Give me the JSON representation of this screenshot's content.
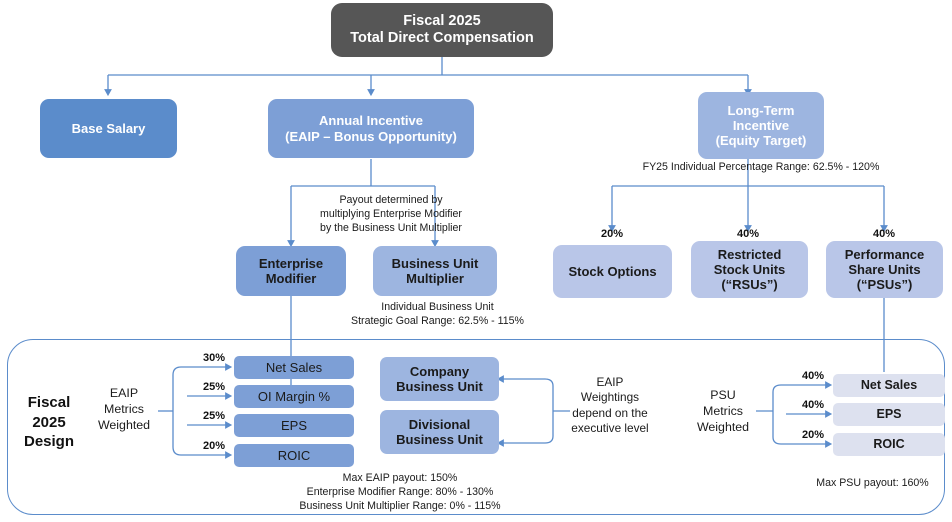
{
  "diagram": {
    "title_box": {
      "line1": "Fiscal 2025",
      "line2": "Total Direct Compensation"
    },
    "tier2": {
      "base_salary": "Base Salary",
      "annual_incentive_l1": "Annual Incentive",
      "annual_incentive_l2": "(EAIP – Bonus Opportunity)",
      "lti_l1": "Long-Term",
      "lti_l2": "Incentive",
      "lti_l3": "(Equity Target)"
    },
    "lti_range_note": "FY25 Individual Percentage Range: 62.5% - 120%",
    "payout_note": {
      "l1": "Payout determined by",
      "l2": "multiplying Enterprise Modifier",
      "l3": "by the Business Unit Multiplier"
    },
    "eaip_components": {
      "enterprise_modifier_l1": "Enterprise",
      "enterprise_modifier_l2": "Modifier",
      "business_unit_multiplier_l1": "Business Unit",
      "business_unit_multiplier_l2": "Multiplier"
    },
    "bu_range_note": {
      "l1": "Individual Business Unit",
      "l2": "Strategic Goal Range: 62.5% - 115%"
    },
    "equity_mix": [
      {
        "weight": "20%",
        "label_l1": "Stock Options",
        "label_l2": "",
        "label_l3": ""
      },
      {
        "weight": "40%",
        "label_l1": "Restricted",
        "label_l2": "Stock Units",
        "label_l3": "(“RSUs”)"
      },
      {
        "weight": "40%",
        "label_l1": "Performance",
        "label_l2": "Share Units",
        "label_l3": "(“PSUs”)"
      }
    ],
    "panel": {
      "title_l1": "Fiscal",
      "title_l2": "2025",
      "title_l3": "Design",
      "eaip_metrics_label": {
        "l1": "EAIP",
        "l2": "Metrics",
        "l3": "Weighted"
      },
      "eaip_metrics": [
        {
          "weight": "30%",
          "name": "Net Sales"
        },
        {
          "weight": "25%",
          "name": "OI Margin %"
        },
        {
          "weight": "25%",
          "name": "EPS"
        },
        {
          "weight": "20%",
          "name": "ROIC"
        }
      ],
      "business_units": [
        {
          "l1": "Company",
          "l2": "Business Unit"
        },
        {
          "l1": "Divisional",
          "l2": "Business Unit"
        }
      ],
      "weightings_note": {
        "l1": "EAIP",
        "l2": "Weightings",
        "l3": "depend on the",
        "l4": "executive level"
      },
      "psu_metrics_label": {
        "l1": "PSU",
        "l2": "Metrics",
        "l3": "Weighted"
      },
      "psu_metrics": [
        {
          "weight": "40%",
          "name": "Net Sales"
        },
        {
          "weight": "40%",
          "name": "EPS"
        },
        {
          "weight": "20%",
          "name": "ROIC"
        }
      ],
      "eaip_footnote": {
        "l1": "Max EAIP payout: 150%",
        "l2": "Enterprise Modifier Range: 80% - 130%",
        "l3": "Business Unit Multiplier Range: 0% - 115%"
      },
      "psu_footnote": "Max PSU payout: 160%"
    },
    "colors": {
      "top_box": "#565656",
      "dark_blue": "#5b8ccb",
      "mid_blue": "#7d9fd6",
      "soft_blue": "#9db5e0",
      "pale_blue": "#b9c6e8",
      "very_pale": "#dde1ef",
      "connector": "#5b8ccb",
      "panel_border": "#5b8ccb"
    }
  }
}
